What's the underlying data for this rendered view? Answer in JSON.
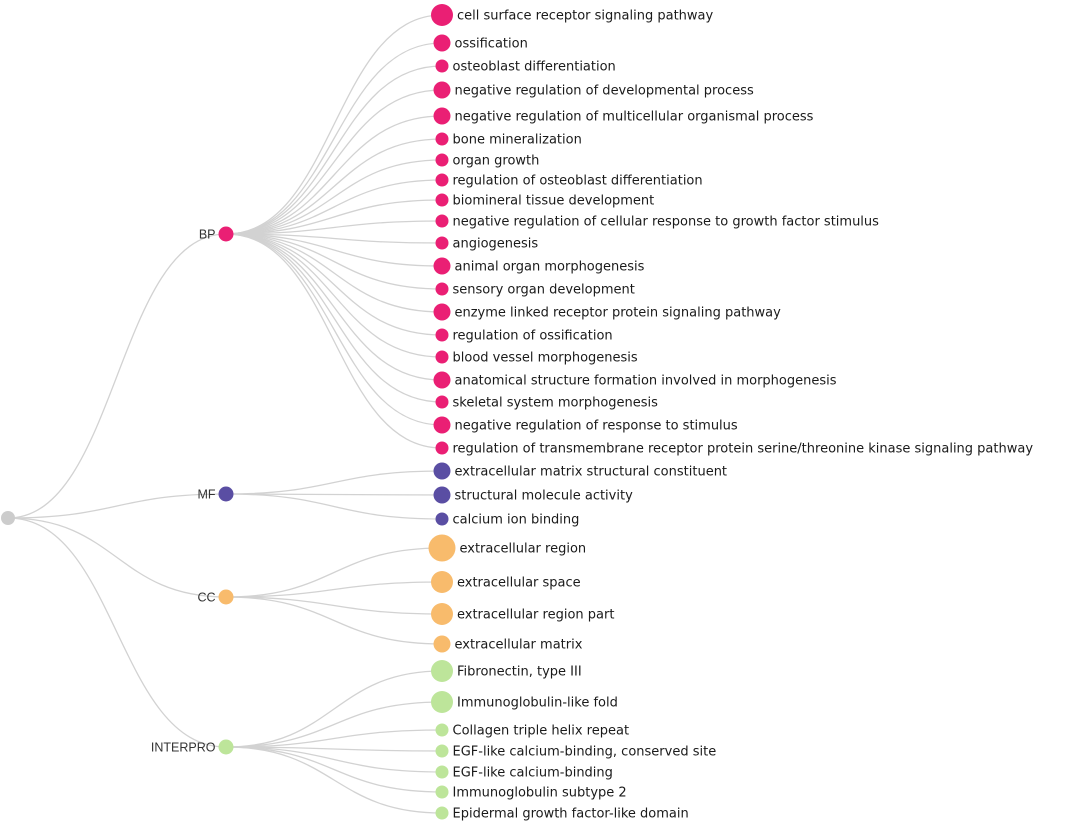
{
  "tree": {
    "root": {
      "color": "#cccccc"
    },
    "categories": [
      {
        "id": "bp",
        "label": "BP",
        "color": "#ea1f74",
        "terms": [
          {
            "label": "cell surface receptor signaling pathway",
            "size": 3
          },
          {
            "label": "ossification",
            "size": 2
          },
          {
            "label": "osteoblast differentiation",
            "size": 1
          },
          {
            "label": "negative regulation of developmental process",
            "size": 2
          },
          {
            "label": "negative regulation of multicellular organismal process",
            "size": 2
          },
          {
            "label": "bone mineralization",
            "size": 1
          },
          {
            "label": "organ growth",
            "size": 1
          },
          {
            "label": "regulation of osteoblast differentiation",
            "size": 1
          },
          {
            "label": "biomineral tissue development",
            "size": 1
          },
          {
            "label": "negative regulation of cellular response to growth factor stimulus",
            "size": 1
          },
          {
            "label": "angiogenesis",
            "size": 1
          },
          {
            "label": "animal organ morphogenesis",
            "size": 2
          },
          {
            "label": "sensory organ development",
            "size": 1
          },
          {
            "label": "enzyme linked receptor protein signaling pathway",
            "size": 2
          },
          {
            "label": "regulation of ossification",
            "size": 1
          },
          {
            "label": "blood vessel morphogenesis",
            "size": 1
          },
          {
            "label": "anatomical structure formation involved in morphogenesis",
            "size": 2
          },
          {
            "label": "skeletal system morphogenesis",
            "size": 1
          },
          {
            "label": "negative regulation of response to stimulus",
            "size": 2
          },
          {
            "label": "regulation of transmembrane receptor protein serine/threonine kinase signaling pathway",
            "size": 1
          }
        ]
      },
      {
        "id": "mf",
        "label": "MF",
        "color": "#5a4ea3",
        "terms": [
          {
            "label": "extracellular matrix structural constituent",
            "size": 2
          },
          {
            "label": "structural molecule activity",
            "size": 2
          },
          {
            "label": "calcium ion binding",
            "size": 1
          }
        ]
      },
      {
        "id": "cc",
        "label": "CC",
        "color": "#f8bb6c",
        "terms": [
          {
            "label": "extracellular region",
            "size": 4
          },
          {
            "label": "extracellular space",
            "size": 3
          },
          {
            "label": "extracellular region part",
            "size": 3
          },
          {
            "label": "extracellular matrix",
            "size": 2
          }
        ]
      },
      {
        "id": "interpro",
        "label": "INTERPRO",
        "color": "#bde59a",
        "terms": [
          {
            "label": "Fibronectin, type III",
            "size": 3
          },
          {
            "label": "Immunoglobulin-like fold",
            "size": 3
          },
          {
            "label": "Collagen triple helix repeat",
            "size": 1
          },
          {
            "label": "EGF-like calcium-binding, conserved site",
            "size": 1
          },
          {
            "label": "EGF-like calcium-binding",
            "size": 1
          },
          {
            "label": "Immunoglobulin subtype 2",
            "size": 1
          },
          {
            "label": "Epidermal growth factor-like domain",
            "size": 1
          }
        ]
      }
    ]
  }
}
